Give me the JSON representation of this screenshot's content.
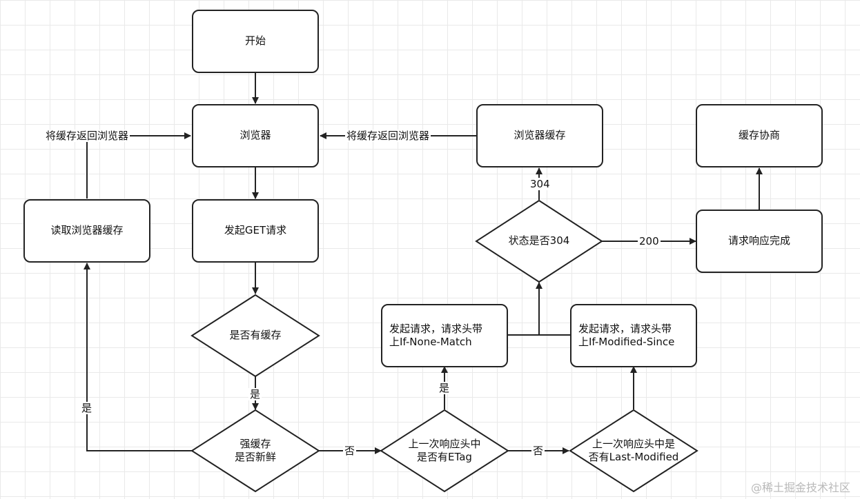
{
  "nodes": {
    "start": "开始",
    "browser": "浏览器",
    "get_request": "发起GET请求",
    "has_cache": "是否有缓存",
    "strong_fresh": "强缓存\n是否新鲜",
    "read_cache": "读取浏览器缓存",
    "etag_check": "上一次响应头中\n是否有ETag",
    "lastmod_check": "上一次响应头中是\n否有Last-Modified",
    "req_if_none_match": "发起请求，请求头带\n上If-None-Match",
    "req_if_modified_since": "发起请求，请求头带\n上If-Modified-Since",
    "status_304": "状态是否304",
    "browser_cache": "浏览器缓存",
    "response_complete": "请求响应完成",
    "cache_negotiation": "缓存协商"
  },
  "edge_labels": {
    "return_cache_left": "将缓存返回浏览器",
    "return_cache_right": "将缓存返回浏览器",
    "yes_has_cache": "是",
    "yes_fresh": "是",
    "no_fresh": "否",
    "yes_etag": "是",
    "no_etag": "否",
    "code_304": "304",
    "code_200": "200"
  },
  "watermark": "@稀土掘金技术社区"
}
